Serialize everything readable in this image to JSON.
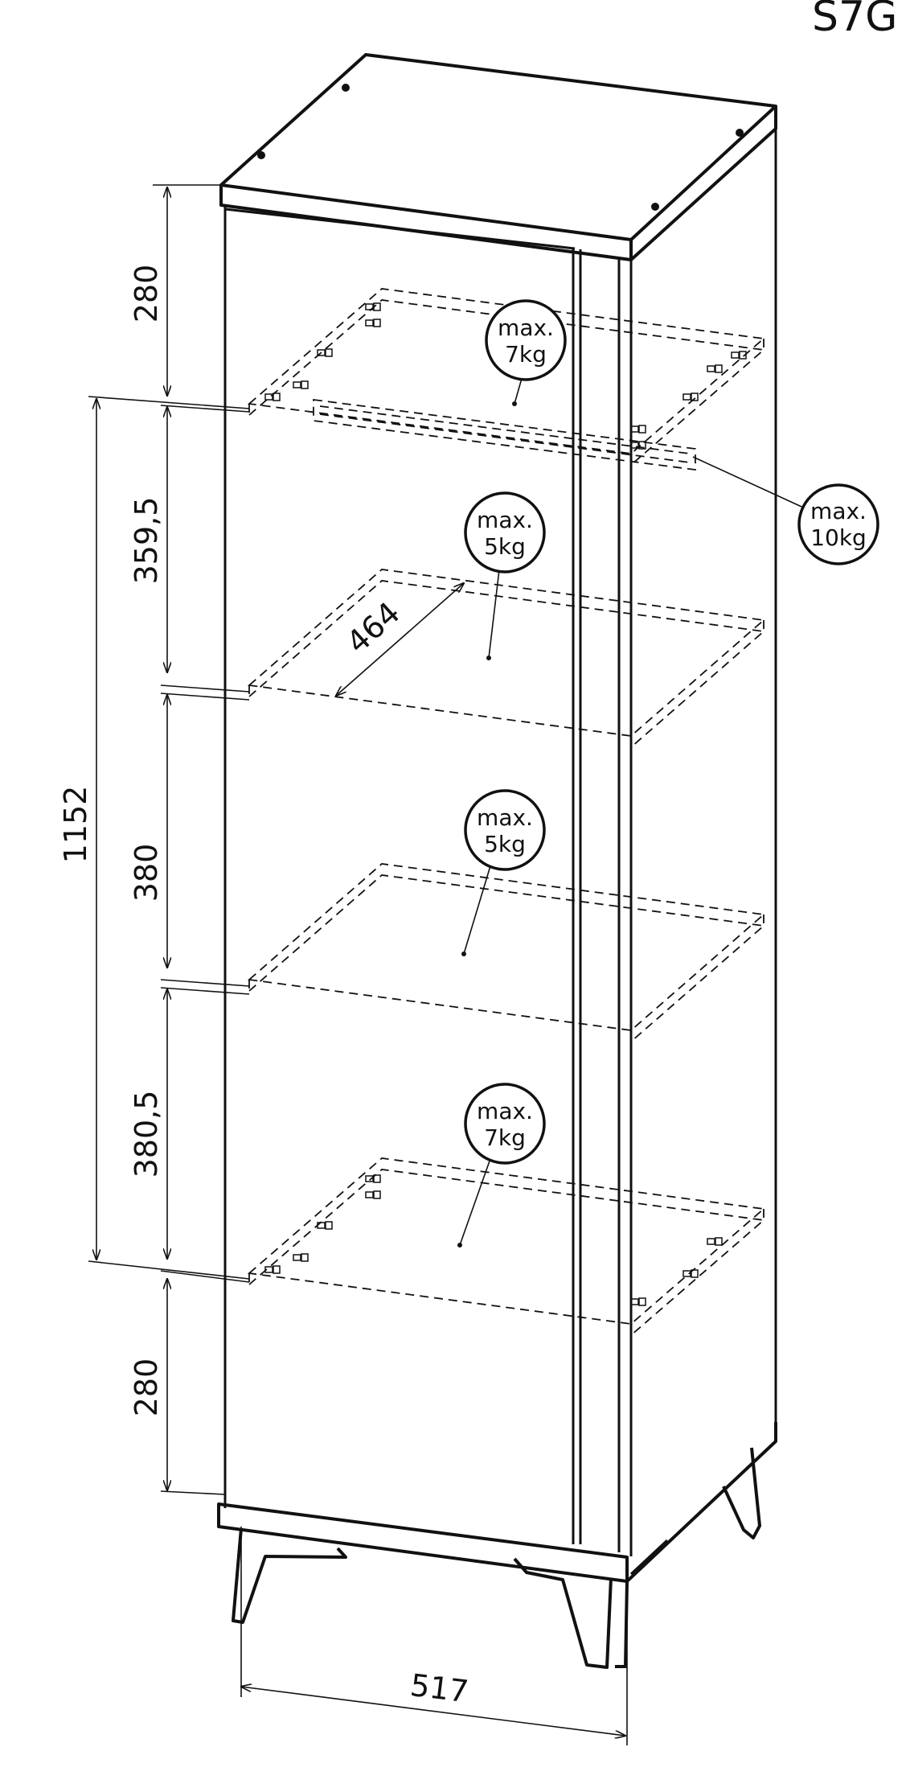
{
  "model_label": "S7G",
  "dimensions": {
    "top_section": "280",
    "shelf_gap_1": "359,5",
    "shelf_gap_2": "380",
    "shelf_gap_3": "380,5",
    "bottom_section": "280",
    "inner_height": "1152",
    "shelf_depth": "464",
    "width": "517"
  },
  "load_labels": {
    "top_shelf": {
      "line1": "max.",
      "line2": "7kg"
    },
    "side_bar": {
      "line1": "max.",
      "line2": "10kg"
    },
    "shelf_2": {
      "line1": "max.",
      "line2": "5kg"
    },
    "shelf_3": {
      "line1": "max.",
      "line2": "5kg"
    },
    "bottom_shelf": {
      "line1": "max.",
      "line2": "7kg"
    }
  },
  "colors": {
    "line": "#111111",
    "background": "#ffffff"
  }
}
